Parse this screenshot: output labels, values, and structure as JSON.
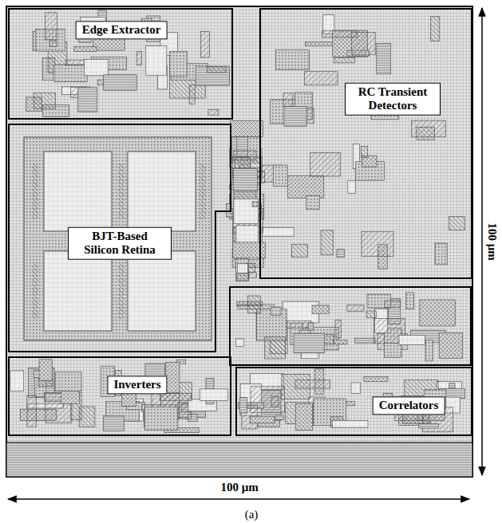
{
  "diagram": {
    "nodes": [
      {
        "text": [
          "Edge Extractor"
        ]
      },
      {
        "text": [
          "RC Transient Detectors"
        ]
      },
      {
        "text": [
          "BJT-Based Silicon Retina"
        ]
      },
      {
        "text": [
          "Inverters"
        ]
      },
      {
        "text": [
          "Correlators"
        ]
      }
    ],
    "labels": [
      "100 μm",
      "100 μm",
      "(a)"
    ]
  }
}
